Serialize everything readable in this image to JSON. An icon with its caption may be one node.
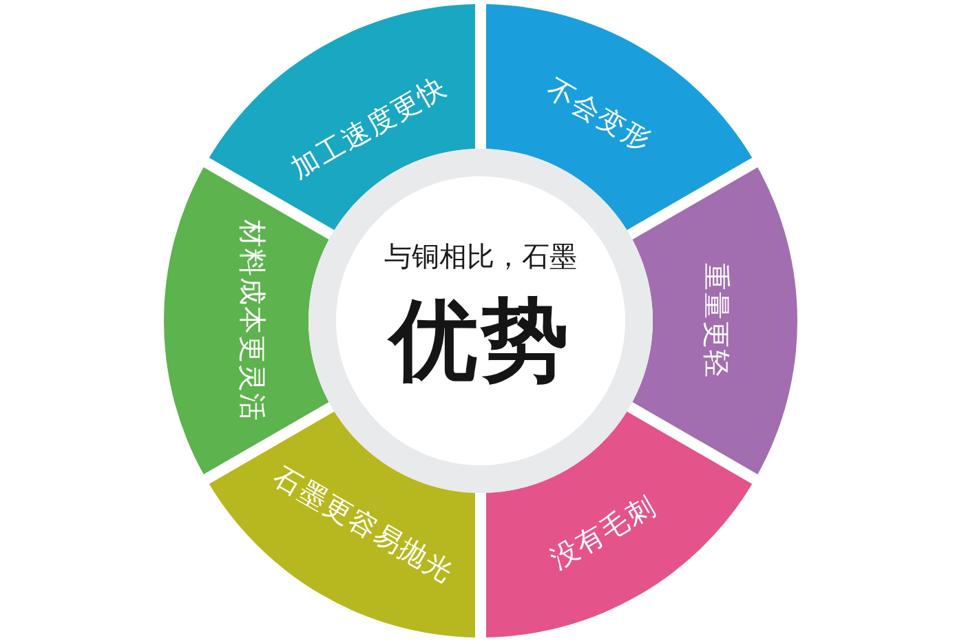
{
  "diagram": {
    "nodes": [
      {
        "text": [
          "与铜相比，石墨",
          "优势"
        ]
      },
      {
        "text": [
          "不会变形"
        ]
      },
      {
        "text": [
          "重量更轻"
        ]
      },
      {
        "text": [
          "没有毛刺"
        ]
      },
      {
        "text": [
          "石墨更容易抛光"
        ]
      },
      {
        "text": [
          "材料成本更灵活"
        ]
      },
      {
        "text": [
          "加工速度更快"
        ]
      }
    ]
  }
}
